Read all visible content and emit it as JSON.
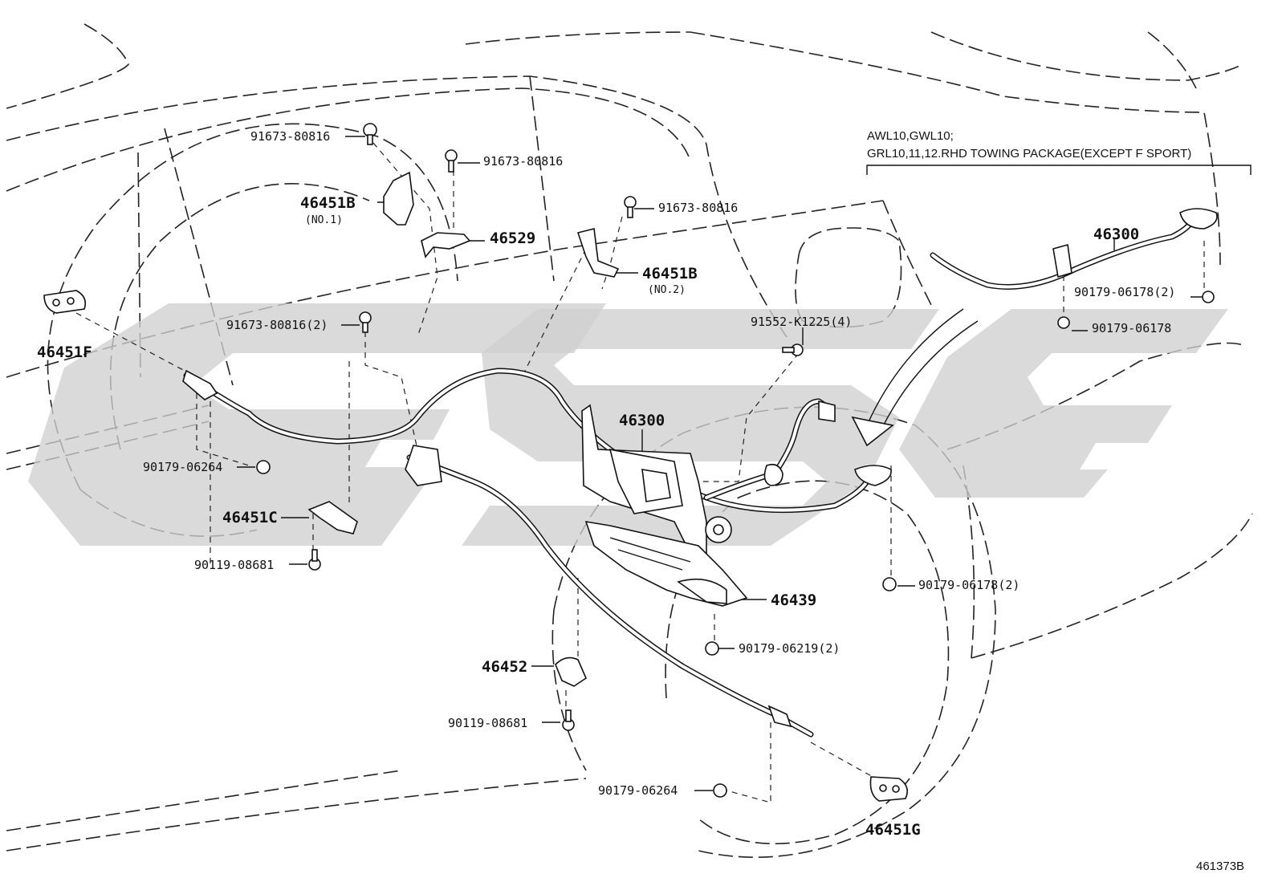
{
  "labels": {
    "l_91673_a": "91673-80816",
    "l_91673_b": "91673-80816",
    "l_46451b1": "46451B",
    "l_no1": "(NO.1)",
    "l_46529": "46529",
    "l_91673_c": "91673-80816",
    "l_46451b2": "46451B",
    "l_no2": "(NO.2)",
    "l_91673_d": "91673-80816(2)",
    "l_46451f": "46451F",
    "l_91552": "91552-K1225(4)",
    "l_46300_main": "46300",
    "l_90179_06264_a": "90179-06264",
    "l_46451c": "46451C",
    "l_90119_a": "90119-08681",
    "l_90179_06178_2b": "90179-06178(2)",
    "l_46439": "46439",
    "l_90179_06219": "90179-06219(2)",
    "l_46452": "46452",
    "l_90119_b": "90119-08681",
    "l_90179_06264_b": "90179-06264",
    "l_46451g": "46451G"
  },
  "inset": {
    "line1": "AWL10,GWL10;",
    "line2": "GRL10,11,12.RHD TOWING PACKAGE(EXCEPT F SPORT)",
    "part_label": "46300",
    "bolt_a": "90179-06178(2)",
    "bolt_b": "90179-06178"
  },
  "figure_code": "461373B",
  "watermark": "GSG",
  "colors": {
    "lines": "#111111",
    "watermark": "#cfcfcf",
    "background": "#ffffff"
  }
}
